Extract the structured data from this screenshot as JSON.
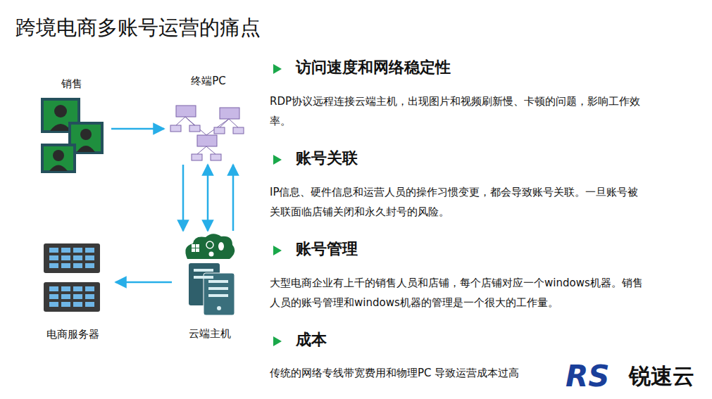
{
  "diagram": {
    "title": "跨境电商多账号运营的痛点",
    "nodes": [
      {
        "text": [
          "销售"
        ]
      },
      {
        "text": [
          "终端PC"
        ]
      },
      {
        "text": [
          "云端主机"
        ]
      },
      {
        "text": [
          "电商服务器"
        ]
      }
    ],
    "edges": [
      {
        "from": 0,
        "to": 1,
        "arrow": "to"
      },
      {
        "from": 1,
        "to": 2,
        "arrow": "both"
      },
      {
        "from": 2,
        "to": 3,
        "arrow": "to"
      }
    ],
    "labels": [
      "访问速度和网络稳定性",
      "RDP协议远程连接云端主机，出现图片和视频刷新慢、卡顿的问题，影响工作效率。",
      "账号关联",
      "IP信息、硬件信息和运营人员的操作习惯变更，都会导致账号关联。一旦账号被关联面临店铺关闭和永久封号的风险。",
      "账号管理",
      "大型电商企业有上千的销售人员和店铺，每个店铺对应一个windows机器。销售人员的账号管理和windows机器的管理是一个很大的工作量。",
      "成本",
      "传统的网络专线带宽费用和物理PC 导致运营成本过高",
      "RS",
      "锐速云"
    ]
  }
}
